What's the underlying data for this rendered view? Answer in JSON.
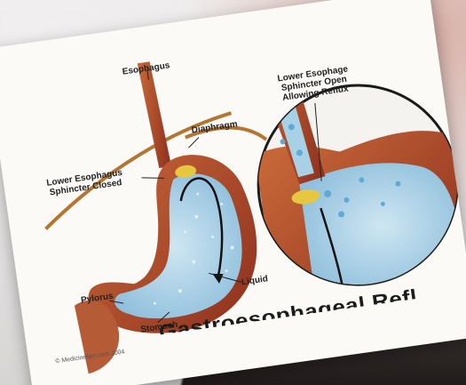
{
  "labels": {
    "esophagus": "Esophagus",
    "diaphragm": "Diaphragm",
    "les_closed": "Lower Esophagus\nSphincter Closed",
    "pylorus": "Pylorus",
    "liquid": "Liquid",
    "stomach": "Stomach",
    "les_open": "Lower Esophage\nSphincter Open\nAllowing Reflux"
  },
  "copyright": "© MedicineNet.com 2004",
  "bottom_title": "Gastroesophageal Refl"
}
